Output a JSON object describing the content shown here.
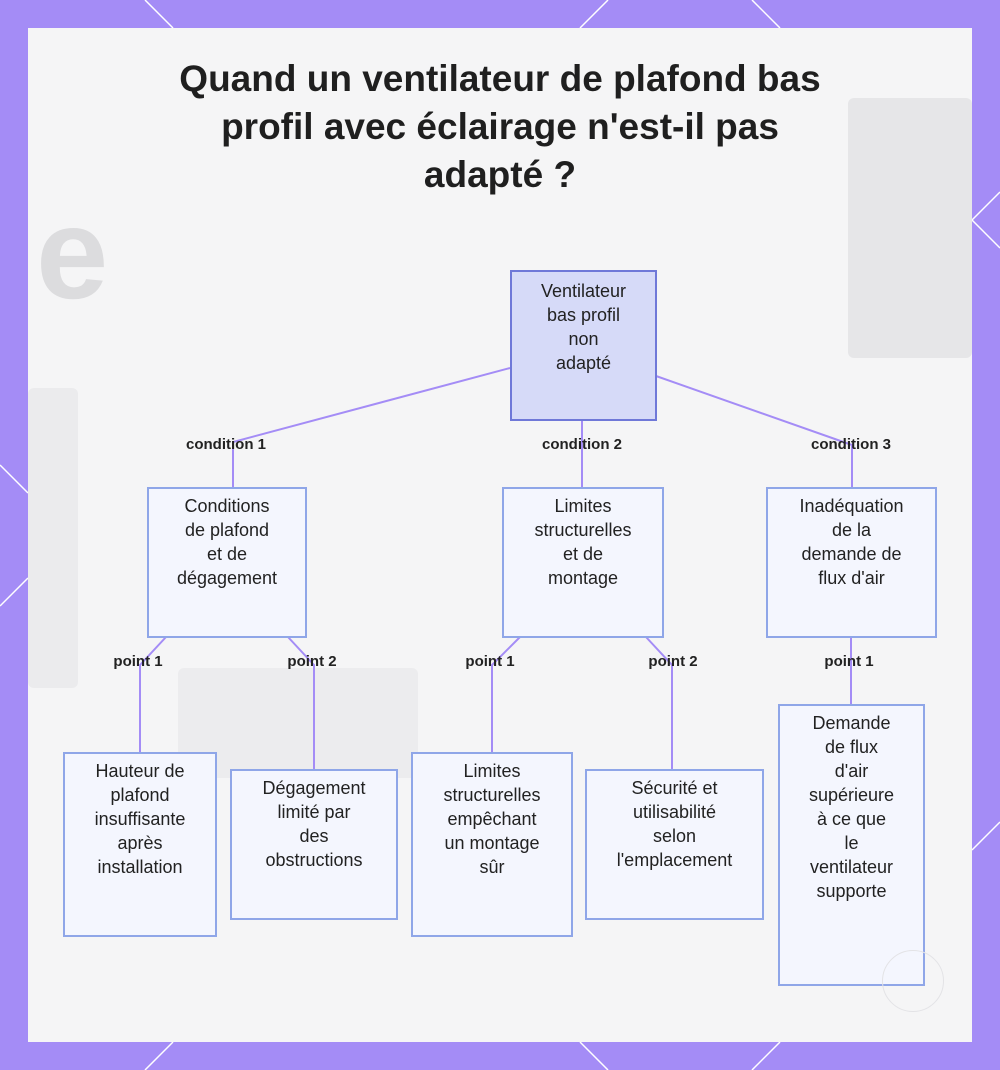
{
  "title_lines": [
    "Quand un ventilateur de plafond bas",
    "profil avec éclairage n'est-il pas",
    "adapté ?"
  ],
  "root": {
    "lines": [
      "Ventilateur",
      "bas profil",
      "non",
      "adapté"
    ]
  },
  "conditions": [
    {
      "edge_label": "condition 1",
      "lines": [
        "Conditions",
        "de plafond",
        "et de",
        "dégagement"
      ]
    },
    {
      "edge_label": "condition 2",
      "lines": [
        "Limites",
        "structurelles",
        "et de",
        "montage"
      ]
    },
    {
      "edge_label": "condition 3",
      "lines": [
        "Inadéquation",
        "de la",
        "demande de",
        "flux d'air"
      ]
    }
  ],
  "points": [
    {
      "edge_label": "point 1",
      "lines": [
        "Hauteur de",
        "plafond",
        "insuffisante",
        "après",
        "installation"
      ]
    },
    {
      "edge_label": "point 2",
      "lines": [
        "Dégagement",
        "limité par",
        "des",
        "obstructions"
      ]
    },
    {
      "edge_label": "point 1",
      "lines": [
        "Limites",
        "structurelles",
        "empêchant",
        "un montage",
        "sûr"
      ]
    },
    {
      "edge_label": "point 2",
      "lines": [
        "Sécurité et",
        "utilisabilité",
        "selon",
        "l'emplacement"
      ]
    },
    {
      "edge_label": "point 1",
      "lines": [
        "Demande",
        "de flux",
        "d'air",
        "supérieure",
        "à ce que",
        "le",
        "ventilateur",
        "supporte"
      ]
    }
  ],
  "colors": {
    "frame": "#a48cf6",
    "edge": "#a48cf6",
    "node_border": "#8fa6e8",
    "node_fill": "#f4f6fe",
    "root_fill": "#d6daf8",
    "root_border": "#6f78d8"
  }
}
